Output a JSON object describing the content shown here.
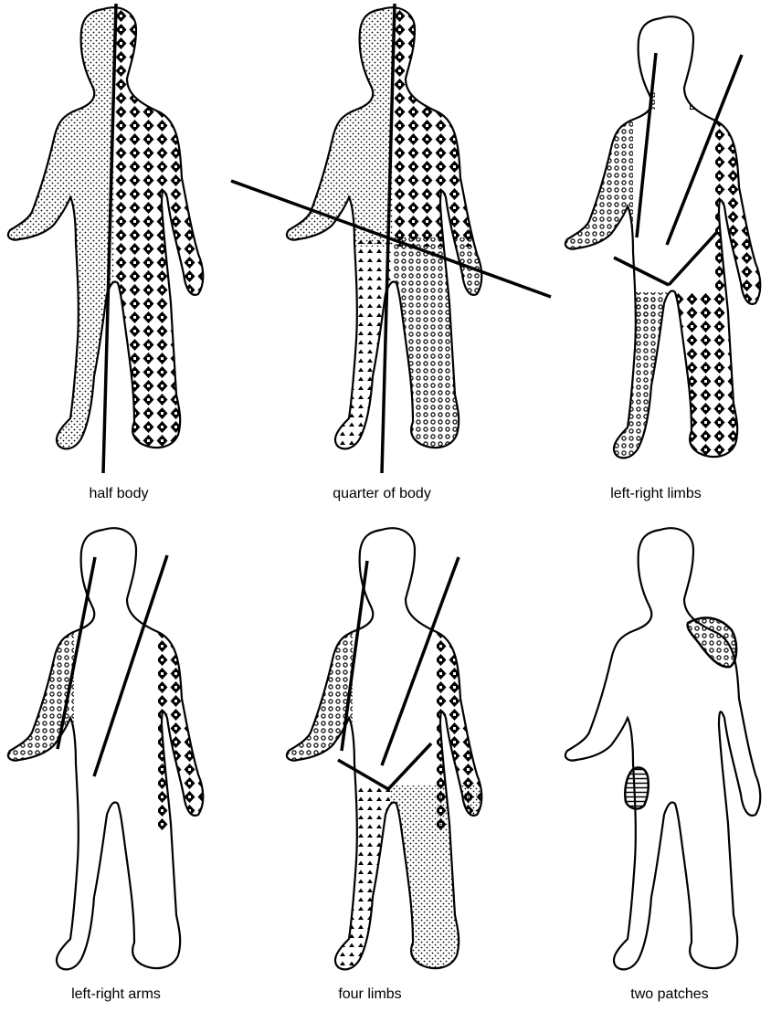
{
  "figures": [
    {
      "id": "half-body",
      "label": "half body"
    },
    {
      "id": "quarter-of-body",
      "label": "quarter of body"
    },
    {
      "id": "left-right-limbs",
      "label": "left-right limbs"
    },
    {
      "id": "left-right-arms",
      "label": "left-right arms"
    },
    {
      "id": "four-limbs",
      "label": "four limbs"
    },
    {
      "id": "two-patches",
      "label": "two patches"
    }
  ],
  "colors": {
    "ink": "#000000",
    "paper": "#ffffff"
  }
}
